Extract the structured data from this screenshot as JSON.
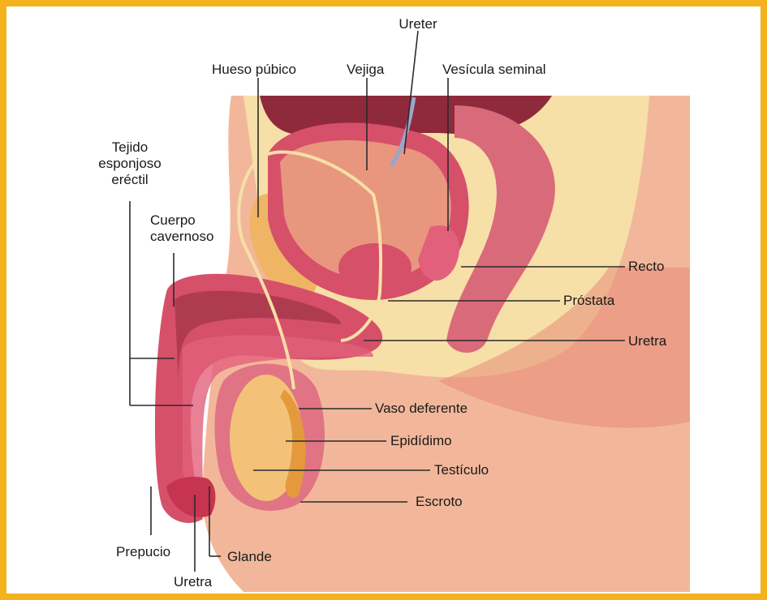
{
  "colors": {
    "frame": "#f4b21c",
    "skin": "#f2b79a",
    "tissue": "#f7dfa8",
    "bladder": "#e9967f",
    "muscle_dark": "#8f2a3c",
    "muscle": "#d6506a",
    "erectile": "#e2607c",
    "testis": "#f3c278",
    "epididymis": "#e49a3c",
    "rectum": "#d96a7a",
    "leader_line": "#2b2b2b"
  },
  "labels": {
    "ureter": "Ureter",
    "hueso_pubico": "Hueso púbico",
    "vejiga": "Vejiga",
    "vesicula_seminal": "Vesícula seminal",
    "tejido_esponjoso": [
      "Tejido",
      "esponjoso",
      "eréctil"
    ],
    "cuerpo_cavernoso": [
      "Cuerpo",
      "cavernoso"
    ],
    "recto": "Recto",
    "prostata": "Próstata",
    "uretra_right": "Uretra",
    "vaso_deferente": "Vaso deferente",
    "epididimo": "Epidídimo",
    "testiculo": "Testículo",
    "escroto": "Escroto",
    "prepucio": "Prepucio",
    "glande": "Glande",
    "uretra_bottom": "Uretra"
  }
}
